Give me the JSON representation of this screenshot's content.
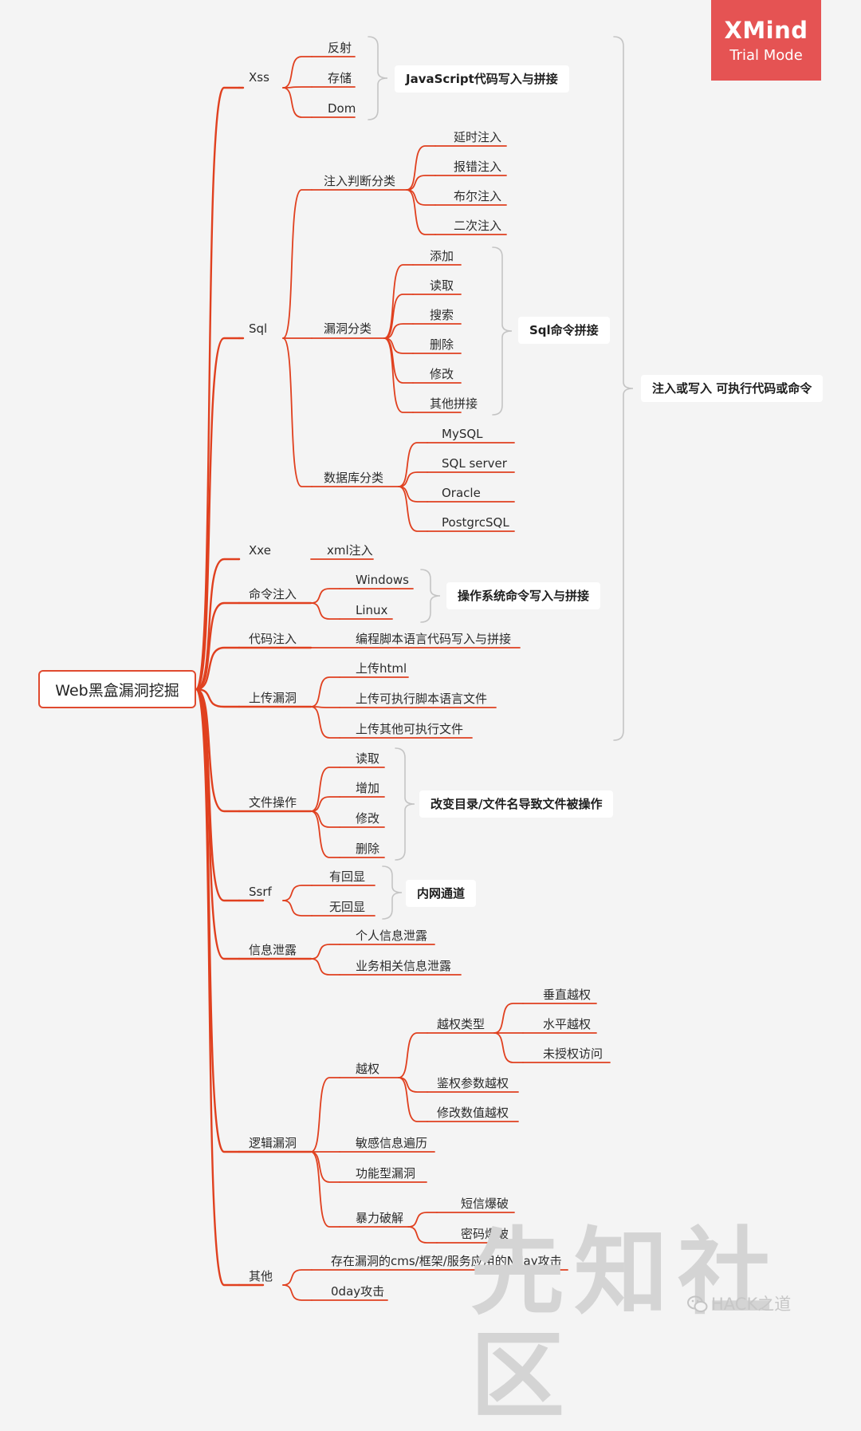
{
  "root": "Web黑盒漏洞挖掘",
  "branches": {
    "xss": {
      "label": "Xss",
      "children": [
        "反射",
        "存储",
        "Dom"
      ],
      "summary": "JavaScript代码写入与拼接"
    },
    "sql": {
      "label": "Sql",
      "inject_type": {
        "label": "注入判断分类",
        "children": [
          "延时注入",
          "报错注入",
          "布尔注入",
          "二次注入"
        ]
      },
      "vuln_type": {
        "label": "漏洞分类",
        "children": [
          "添加",
          "读取",
          "搜索",
          "删除",
          "修改",
          "其他拼接"
        ],
        "summary": "Sql命令拼接"
      },
      "db_type": {
        "label": "数据库分类",
        "children": [
          "MySQL",
          "SQL server",
          "Oracle",
          "PostgrcSQL"
        ]
      }
    },
    "xxe": {
      "label": "Xxe",
      "children": [
        "xml注入"
      ]
    },
    "cmd": {
      "label": "命令注入",
      "children": [
        "Windows",
        "Linux"
      ],
      "summary": "操作系统命令写入与拼接"
    },
    "code": {
      "label": "代码注入",
      "children": [
        "编程脚本语言代码写入与拼接"
      ]
    },
    "upload": {
      "label": "上传漏洞",
      "children": [
        "上传html",
        "上传可执行脚本语言文件",
        "上传其他可执行文件"
      ]
    },
    "group_summary": "注入或写入 可执行代码或命令",
    "file": {
      "label": "文件操作",
      "children": [
        "读取",
        "增加",
        "修改",
        "删除"
      ],
      "summary": "改变目录/文件名导致文件被操作"
    },
    "ssrf": {
      "label": "Ssrf",
      "children": [
        "有回显",
        "无回显"
      ],
      "summary": "内网通道"
    },
    "info": {
      "label": "信息泄露",
      "children": [
        "个人信息泄露",
        "业务相关信息泄露"
      ]
    },
    "logic": {
      "label": "逻辑漏洞",
      "auth": {
        "label": "越权",
        "type": {
          "label": "越权类型",
          "children": [
            "垂直越权",
            "水平越权",
            "未授权访问"
          ]
        },
        "children": [
          "鉴权参数越权",
          "修改数值越权"
        ]
      },
      "children": [
        "敏感信息遍历",
        "功能型漏洞"
      ],
      "brute": {
        "label": "暴力破解",
        "children": [
          "短信爆破",
          "密码爆破"
        ]
      }
    },
    "other": {
      "label": "其他",
      "children": [
        "存在漏洞的cms/框架/服务应用的Nday攻击",
        "0day攻击"
      ]
    }
  },
  "badge": {
    "title": "XMind",
    "subtitle": "Trial Mode"
  },
  "watermark": {
    "main": "先知社区",
    "sub": "HACK之道"
  },
  "colors": {
    "branch": "#e0401f",
    "root_border": "#e04a2f",
    "bracket": "#c4c4c4",
    "badge": "#e55353",
    "background": "#f4f4f4"
  }
}
